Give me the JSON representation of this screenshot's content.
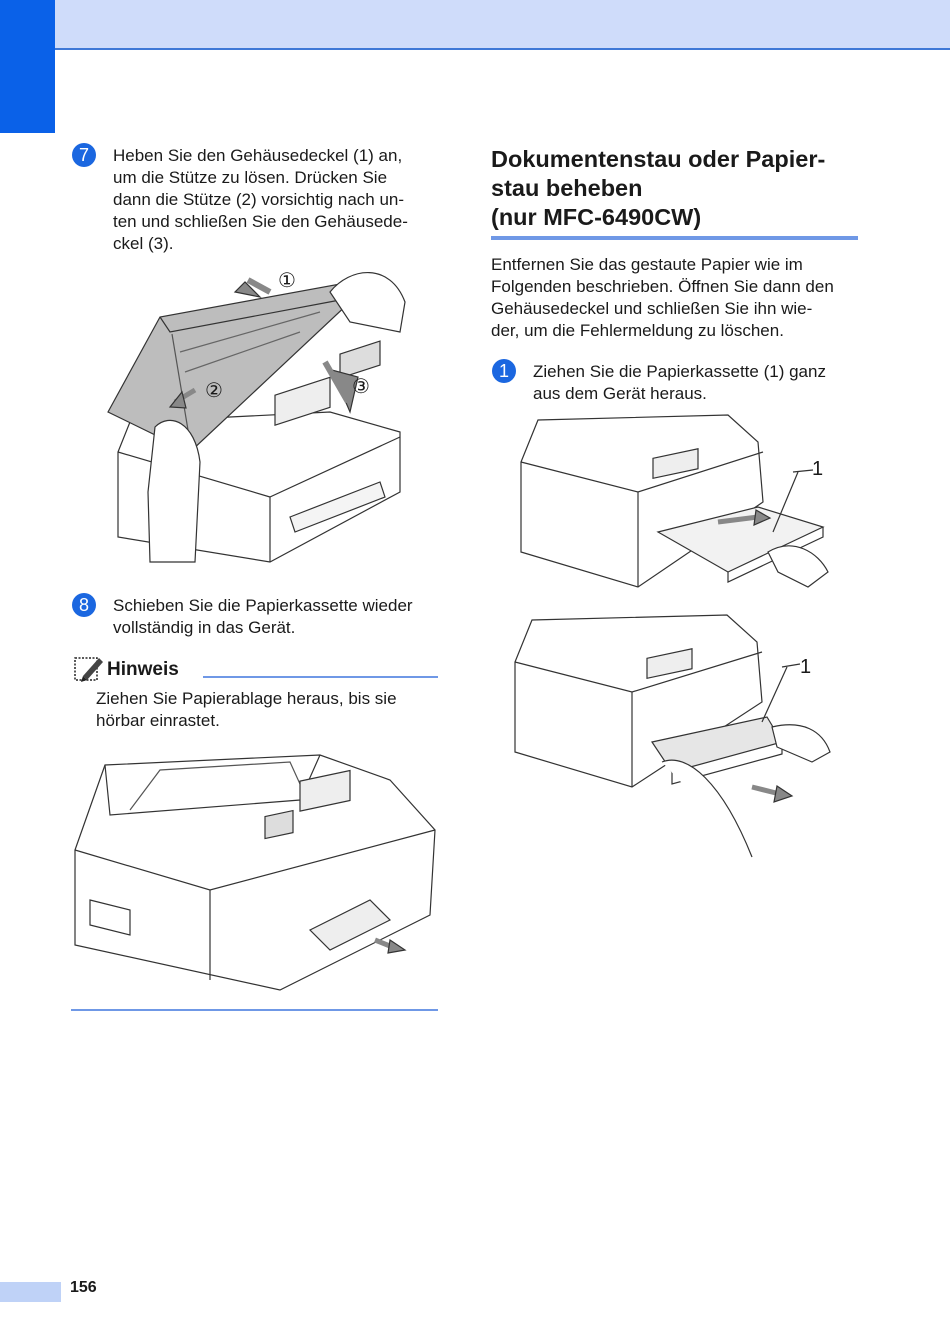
{
  "colors": {
    "accent": "#0a61e8",
    "header_band": "#cfdcfa",
    "rule": "#6f98e6"
  },
  "left": {
    "step7": {
      "number": "7",
      "lines": [
        "Heben Sie den Gehäusedeckel (1) an,",
        "um die Stütze zu lösen. Drücken Sie",
        "dann die Stütze (2) vorsichtig nach un-",
        "ten und schließen Sie den Gehäusede-",
        "ckel (3)."
      ],
      "callouts": [
        "①",
        "②",
        "③"
      ]
    },
    "step8": {
      "number": "8",
      "lines": [
        "Schieben Sie die Papierkassette wieder",
        "vollständig in das Gerät."
      ]
    },
    "note": {
      "title": "Hinweis",
      "icon": "note-pencil-icon",
      "lines": [
        "Ziehen Sie Papierablage heraus, bis sie",
        "hörbar einrastet."
      ]
    }
  },
  "right": {
    "heading_lines": [
      "Dokumentenstau oder Papier-",
      "stau beheben",
      "(nur MFC-6490CW)"
    ],
    "intro_lines": [
      "Entfernen Sie das gestaute Papier wie im",
      "Folgenden beschrieben. Öffnen Sie dann den",
      "Gehäusedeckel und schließen Sie ihn wie-",
      "der, um die Fehlermeldung zu löschen."
    ],
    "step1": {
      "number": "1",
      "lines": [
        "Ziehen Sie die Papierkassette (1) ganz",
        "aus dem Gerät heraus."
      ],
      "callout_top": "1",
      "callout_bottom": "1"
    }
  },
  "footer": {
    "page_number": "156"
  }
}
